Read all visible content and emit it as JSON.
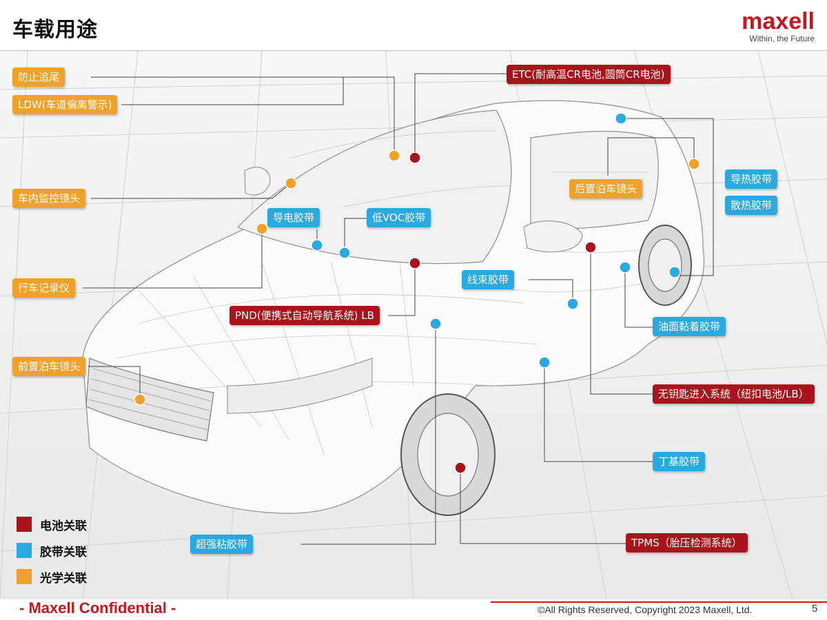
{
  "title": "车载用途",
  "logo": {
    "word": "maxell",
    "tagline": "Within, the Future"
  },
  "colors": {
    "battery": "#a8141b",
    "tape": "#2aa9e0",
    "optical": "#f0a12a",
    "brand": "#c7161d"
  },
  "labels": {
    "anti_rear": "防止追尾",
    "ldw": "LDW(车道偏离警示)",
    "etc": "ETC(耐高温CR电池,圆筒CR电池)",
    "cabin_camera": "车内监控镜头",
    "conductive_tape": "导电胶带",
    "low_voc_tape": "低VOC胶带",
    "rear_camera": "后置泊车镜头",
    "thermal_tape": "导热胶带",
    "heat_tape": "散热胶带",
    "dashcam": "行车记录仪",
    "harness_tape": "线束胶带",
    "pnd": "PND(便携式自动导航系统) LB",
    "oil_tape": "油面黏着胶带",
    "front_camera": "前置泊车镜头",
    "keyless": "无钥匙进入系统（纽扣电池/LB）",
    "butyl_tape": "丁基胶带",
    "strong_tape": "超强粘胶带",
    "tpms": "TPMS（胎压检测系统）"
  },
  "legend": [
    {
      "label": "电池关联",
      "color": "#a8141b"
    },
    {
      "label": "胶带关联",
      "color": "#2aa9e0"
    },
    {
      "label": "光学关联",
      "color": "#f0a12a"
    }
  ],
  "footer": {
    "confidential": "- Maxell Confidential -",
    "copyright": "©All Rights Reserved, Copyright 2023 Maxell, Ltd.",
    "page": "5"
  }
}
